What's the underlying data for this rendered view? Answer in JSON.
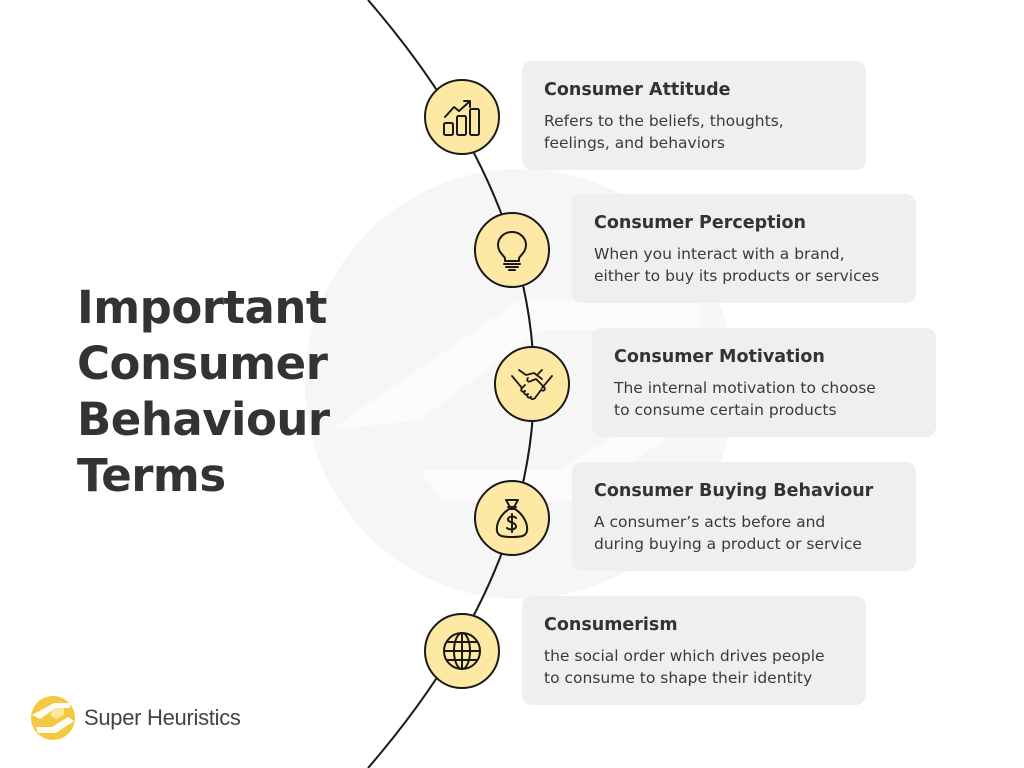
{
  "title": {
    "lines": [
      "Important",
      "Consumer",
      "Behaviour",
      "Terms"
    ]
  },
  "colors": {
    "node_fill": "#fde9a3",
    "card_bg": "#efefef",
    "text": "#333333",
    "line": "#1a1a1a",
    "logo_yellow": "#f5c842"
  },
  "terms": [
    {
      "icon": "growth-chart-icon",
      "title": "Consumer Attitude",
      "description": "Refers to the beliefs, thoughts,\nfeelings, and behaviors"
    },
    {
      "icon": "lightbulb-icon",
      "title": "Consumer Perception",
      "description": "When you interact with a brand,\neither to buy its products or services"
    },
    {
      "icon": "handshake-icon",
      "title": "Consumer Motivation",
      "description": " The internal motivation  to choose\nto consume certain products"
    },
    {
      "icon": "money-bag-icon",
      "title": "Consumer Buying Behaviour",
      "description": "A consumer’s acts before and\nduring buying a product or service"
    },
    {
      "icon": "globe-icon",
      "title": "Consumerism",
      "description": "the social order which drives people\nto consume to shape their identity"
    }
  ],
  "logo": {
    "text": "Super Heuristics"
  }
}
